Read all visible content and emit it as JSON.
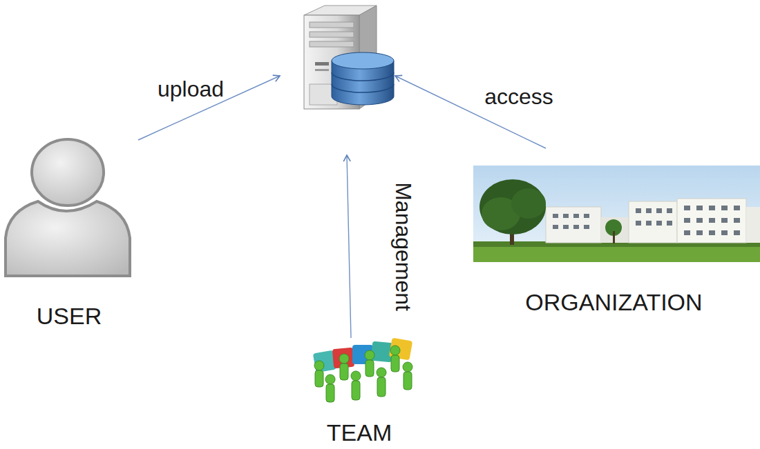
{
  "diagram": {
    "nodes": [
      {
        "text": [
          "USER"
        ]
      },
      {
        "text": [
          "ORGANIZATION"
        ]
      },
      {
        "text": [
          "TEAM"
        ]
      }
    ],
    "labels": [
      "upload",
      "access",
      "Management"
    ]
  }
}
